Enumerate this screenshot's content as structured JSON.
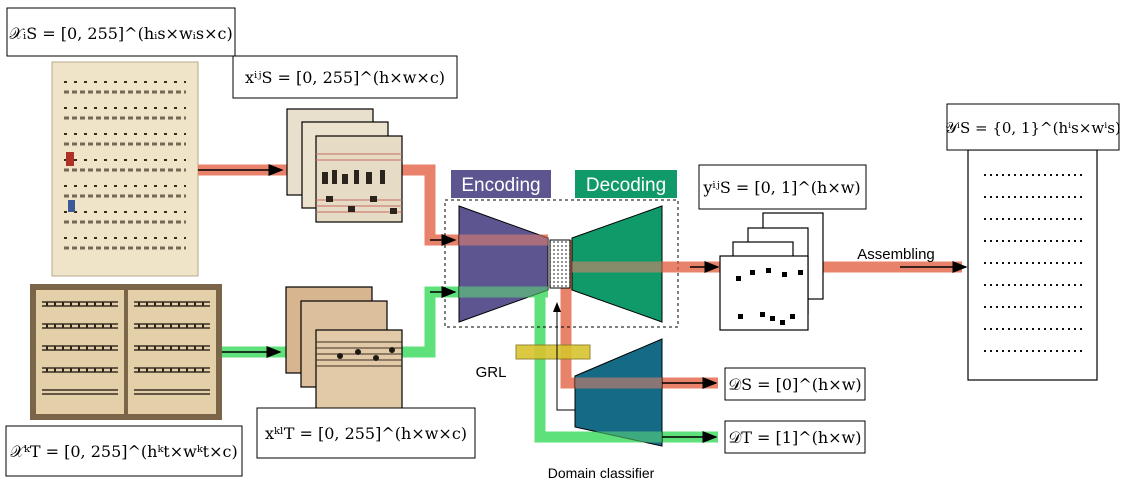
{
  "labels": {
    "source_full_set": "𝒳ᵢS = [0, 255]^(hᵢs×wᵢs×c)",
    "target_full_set": "𝒳ᵏT = [0, 255]^(hᵏt×wᵏt×c)",
    "source_patch": "xⁱʲS = [0, 255]^(h×w×c)",
    "target_patch": "xᵏˡT = [0, 255]^(h×w×c)",
    "patch_output": "yⁱʲS = [0, 1]^(h×w)",
    "assembled_output": "𝒴ⁱS = {0, 1}^(hⁱs×wⁱs)",
    "domain_source": "𝒟S = [0]^(h×w)",
    "domain_target": "𝒟T = [1]^(h×w)"
  },
  "stages": {
    "encoding": "Encoding",
    "decoding": "Decoding",
    "grl": "GRL",
    "domain_classifier": "Domain classifier",
    "assembling": "Assembling"
  },
  "colors": {
    "source_flow": "#e8826a",
    "target_flow": "#5ee07a",
    "encoder": "#5d5590",
    "decoder": "#109a6a",
    "classifier": "#156b86",
    "grl": "#d8c32f"
  }
}
